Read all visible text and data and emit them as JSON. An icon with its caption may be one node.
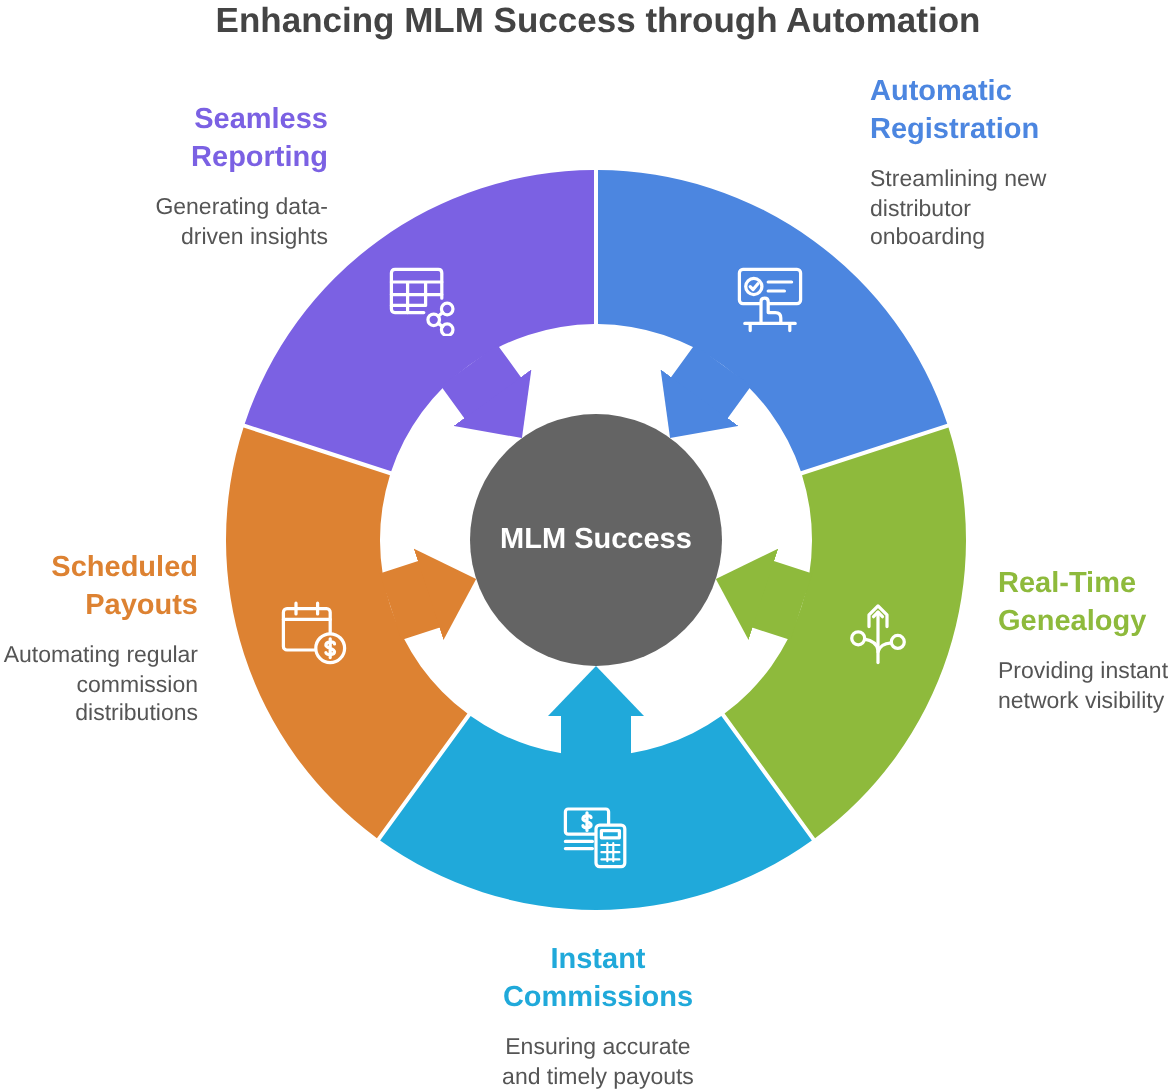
{
  "diagram": {
    "title": "Enhancing MLM Success through Automation",
    "nodes": [
      {
        "text": [
          "Seamless Reporting",
          "Generating data-driven insights"
        ]
      },
      {
        "text": [
          "Automatic Registration",
          "Streamlining new distributor onboarding"
        ]
      },
      {
        "text": [
          "MLM Success"
        ]
      },
      {
        "text": [
          "Scheduled Payouts",
          "Automating regular commission distributions"
        ]
      },
      {
        "text": [
          "Real-Time Genealogy",
          "Providing instant network visibility"
        ]
      },
      {
        "text": [
          "Instant Commissions",
          "Ensuring accurate and timely payouts"
        ]
      }
    ],
    "edges": [
      {
        "from": 0,
        "to": 2,
        "arrow": "to",
        "color": "#7b61e3"
      },
      {
        "from": 1,
        "to": 2,
        "arrow": "to",
        "color": "#4c86e0"
      },
      {
        "from": 3,
        "to": 2,
        "arrow": "to",
        "color": "#dd8232"
      },
      {
        "from": 4,
        "to": 2,
        "arrow": "to",
        "color": "#8eba3c"
      },
      {
        "from": 5,
        "to": 2,
        "arrow": "to",
        "color": "#20a9da"
      }
    ]
  }
}
